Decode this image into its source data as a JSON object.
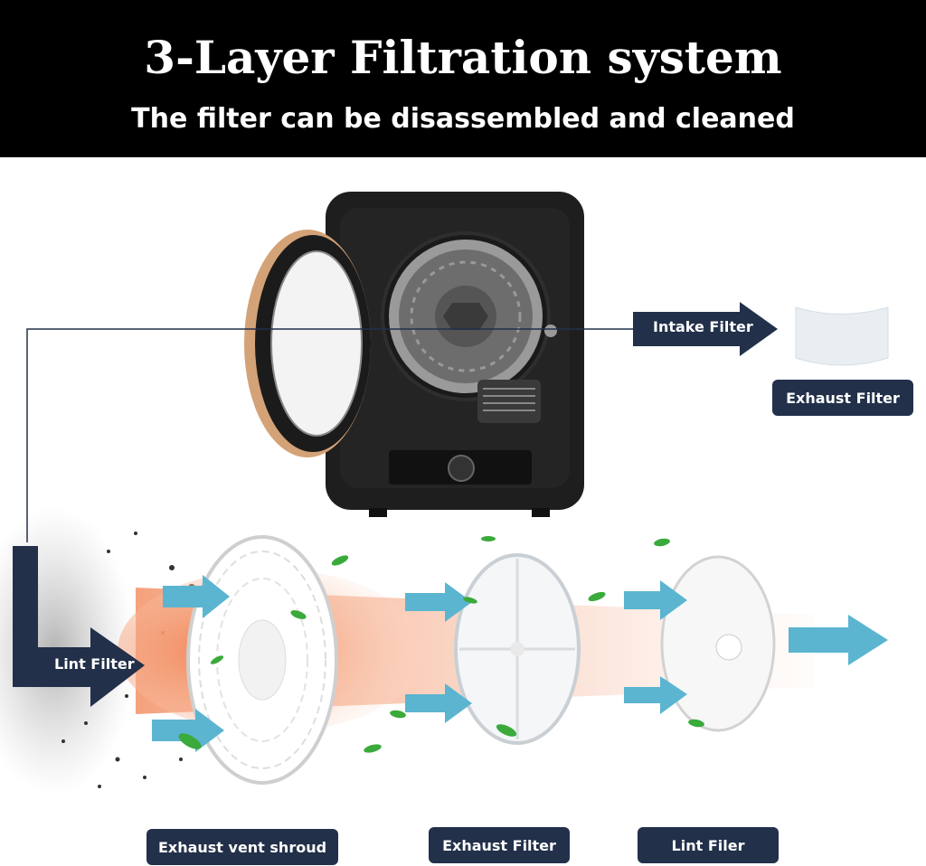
{
  "header": {
    "title": "3-Layer Filtration system",
    "subtitle": "The filter can be disassembled and cleaned"
  },
  "callouts": {
    "intake": "Intake Filter",
    "exhaust_top": "Exhaust Filter",
    "lint": "Lint Filter"
  },
  "parts": {
    "shroud": "Exhaust vent shroud",
    "exhaust": "Exhaust Filter",
    "lint": "Lint Filer"
  },
  "colors": {
    "header_bg": "#000000",
    "label_bg": "#22304a",
    "airflow": "#5bb5d0",
    "heat": "#f3a07a",
    "dryer_body": "#1e1e1e",
    "door_trim": "#d4a277"
  }
}
